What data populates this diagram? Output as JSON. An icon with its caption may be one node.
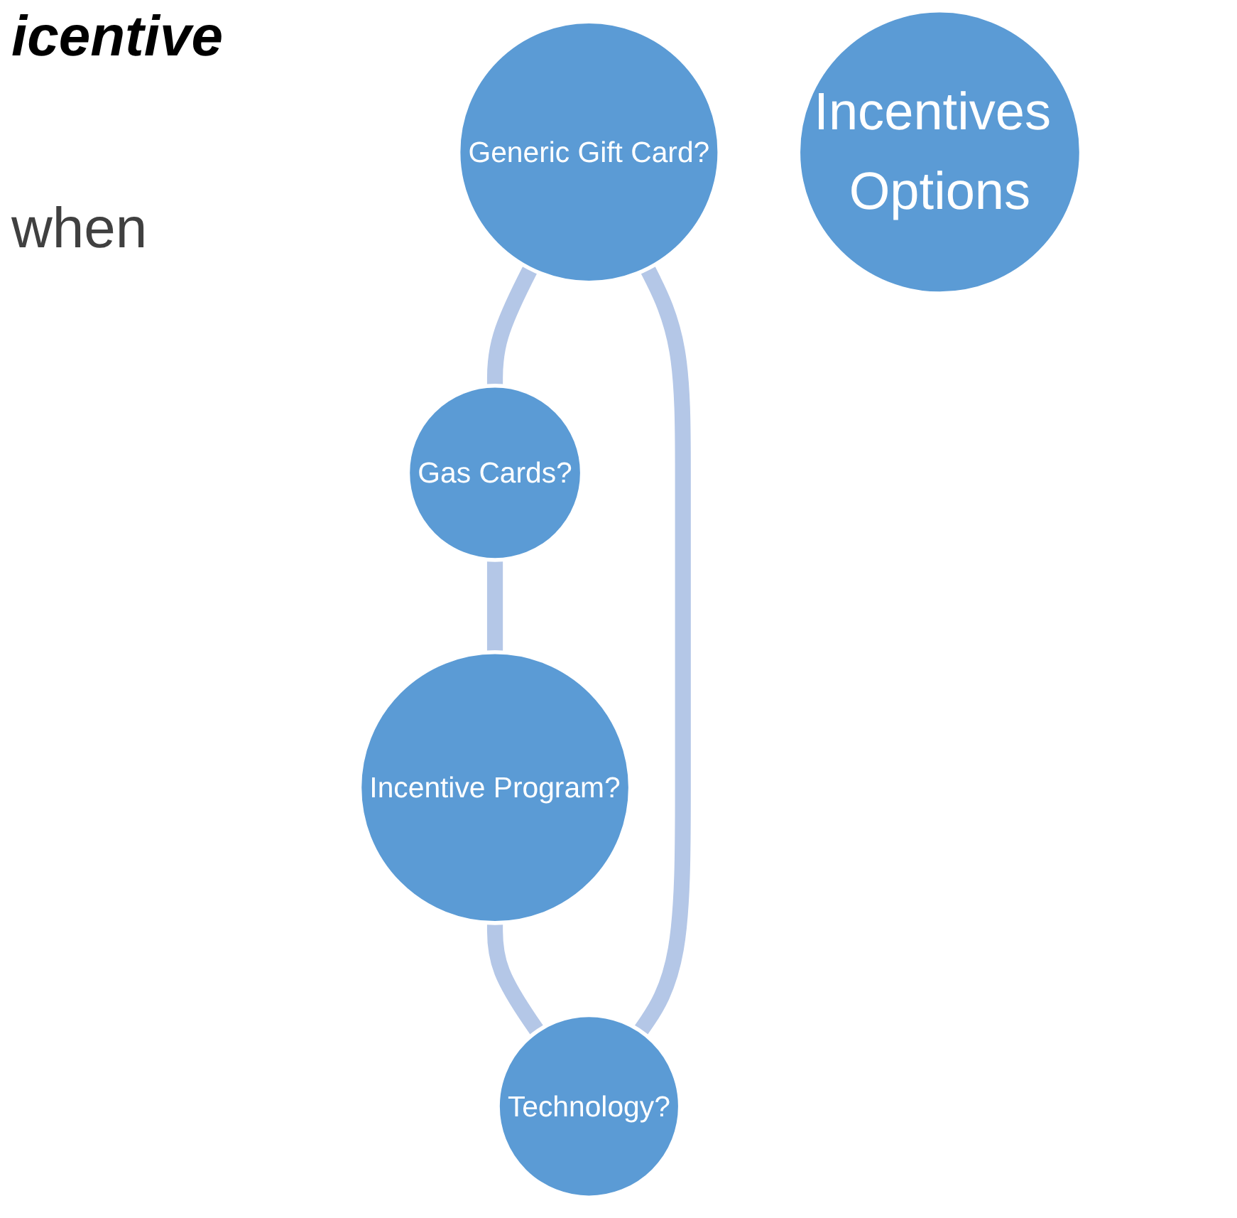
{
  "diagram": {
    "nodes": [
      {
        "text": [
          "Generic Gift Card?"
        ]
      },
      {
        "text": [
          "Technology?"
        ]
      },
      {
        "text": [
          "Incentives Options"
        ]
      },
      {
        "text": [
          "Gas Cards?"
        ]
      },
      {
        "text": [
          "Incentive Program?"
        ]
      }
    ],
    "edges": [
      {
        "from": 0,
        "to": 3,
        "arrow": "none"
      },
      {
        "from": 3,
        "to": 4,
        "arrow": "none"
      },
      {
        "from": 4,
        "to": 1,
        "arrow": "none"
      },
      {
        "from": 1,
        "to": 0,
        "arrow": "none"
      }
    ],
    "labels": [
      "icentive",
      "when"
    ]
  }
}
